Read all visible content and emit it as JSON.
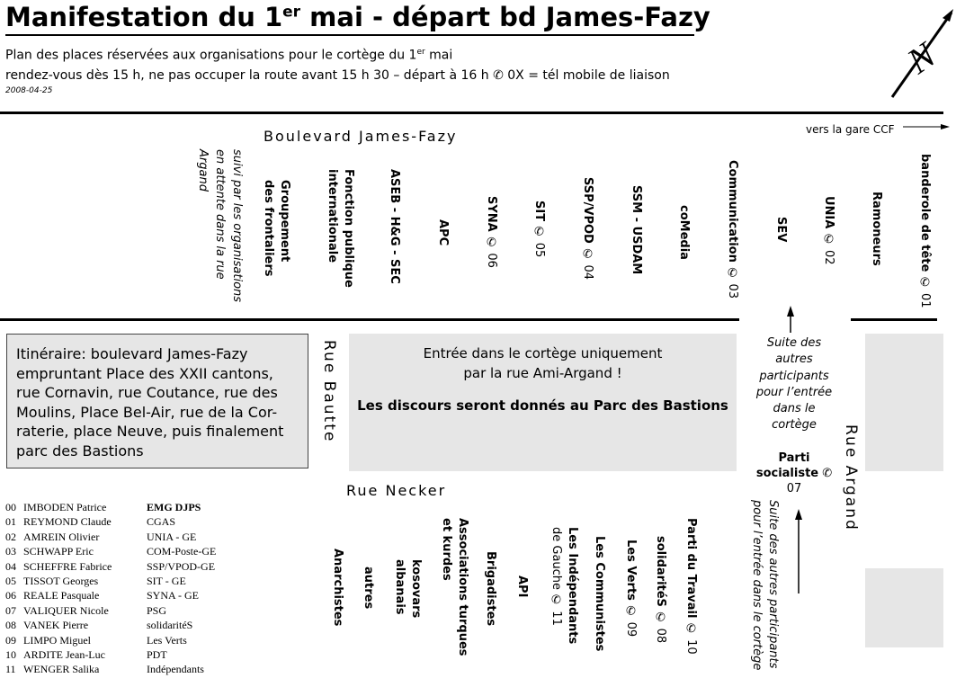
{
  "header": {
    "title_pre": "Manifestation du 1",
    "title_sup": "er",
    "title_post": " mai - départ bd James-Fazy",
    "sub1_pre": "Plan des places réservées aux organisations pour le cortège du 1",
    "sub1_sup": "er",
    "sub1_post": " mai",
    "sub2": "rendez-vous dès 15 h, ne pas occuper la route avant 15 h 30  –  départ à 16 h  ✆ 0X = tél mobile de liaison",
    "date": "2008-04-25"
  },
  "compass": {
    "letter": "N"
  },
  "roads": {
    "boulevard": "Boulevard James-Fazy",
    "gare": "vers la gare CCF",
    "bautte": "Rue Bautte",
    "necker": "Rue Necker",
    "argand": "Rue Argand"
  },
  "top_row": {
    "suivi": [
      "suivi par les organisations",
      "en attente dans la rue",
      "Argand"
    ],
    "groupement": [
      "Groupement",
      "des frontaliers"
    ],
    "fonction": [
      "Fonction publique",
      "internationale"
    ],
    "aseb": "ASEB - H&G - SEC",
    "apc": "APC",
    "syna": "SYNA",
    "syna_phone": "✆ 06",
    "sit": "SIT",
    "sit_phone": "✆ 05",
    "ssp": "SSP/VPOD",
    "ssp_phone": "✆ 04",
    "ssm": "SSM - USDAM",
    "comedia": "coMedia",
    "communication": "Communication",
    "communication_phone": "✆ 03",
    "sev": "SEV",
    "unia": "UNIA",
    "unia_phone": "✆ 02",
    "ramoneurs": "Ramoneurs",
    "banderole": "banderole de tête",
    "banderole_phone": "✆ 01"
  },
  "itineraire": "Itinéraire: boulevard James-Fazy empruntant Place des XXII cantons, rue Cornavin, rue Coutance, rue des Moulins, Place  Bel-Air, rue de la Cor-raterie, place Neuve, puis finalement parc des Bastions",
  "entree": {
    "line1": "Entrée dans le cortège uniquement",
    "line2": "par la rue Ami-Argand !",
    "line3": "Les discours seront donnés au Parc des Bastions"
  },
  "suite_top": [
    "Suite des",
    "autres",
    "participants",
    "pour l’entrée",
    "dans le",
    "cortège"
  ],
  "parti_socialiste": {
    "line1": "Parti",
    "line2": "socialiste",
    "phone": "✆",
    "phone_num": "07"
  },
  "suite_bottom": [
    "Suite des autres participants",
    "pour l’entrée dans le cortège"
  ],
  "bottom_row": {
    "anarchistes": "Anarchistes",
    "autres": "autres",
    "kosovars": [
      "kosovars",
      "albanais"
    ],
    "associations": [
      "Associations turques",
      "et kurdes"
    ],
    "brigadistes": "Brigadistes",
    "api": "API",
    "independants": [
      "Les Indépendants",
      "de Gauche ✆ 11"
    ],
    "communistes": "Les Communistes",
    "verts": "Les Verts",
    "verts_phone": "✆ 09",
    "solidarites": "solidaritéS",
    "solidarites_phone": "✆ 08",
    "parti_travail": "Parti du Travail",
    "parti_travail_phone": "✆ 10"
  },
  "contacts": [
    {
      "num": "00",
      "name": "IMBODEN Patrice",
      "org": "EMG DJPS"
    },
    {
      "num": "01",
      "name": "REYMOND Claude",
      "org": "CGAS"
    },
    {
      "num": "02",
      "name": "AMREIN Olivier",
      "org": "UNIA - GE"
    },
    {
      "num": "03",
      "name": "SCHWAPP Eric",
      "org": "COM-Poste-GE"
    },
    {
      "num": "04",
      "name": "SCHEFFRE Fabrice",
      "org": "SSP/VPOD-GE"
    },
    {
      "num": "05",
      "name": "TISSOT Georges",
      "org": "SIT - GE"
    },
    {
      "num": "06",
      "name": "REALE Pasquale",
      "org": "SYNA - GE"
    },
    {
      "num": "07",
      "name": "VALIQUER Nicole",
      "org": "PSG"
    },
    {
      "num": "08",
      "name": "VANEK Pierre",
      "org": "solidaritéS"
    },
    {
      "num": "09",
      "name": "LIMPO Miguel",
      "org": "Les Verts"
    },
    {
      "num": "10",
      "name": "ARDITE Jean-Luc",
      "org": "PDT"
    },
    {
      "num": "11",
      "name": "WENGER Salika",
      "org": "Indépendants"
    }
  ]
}
